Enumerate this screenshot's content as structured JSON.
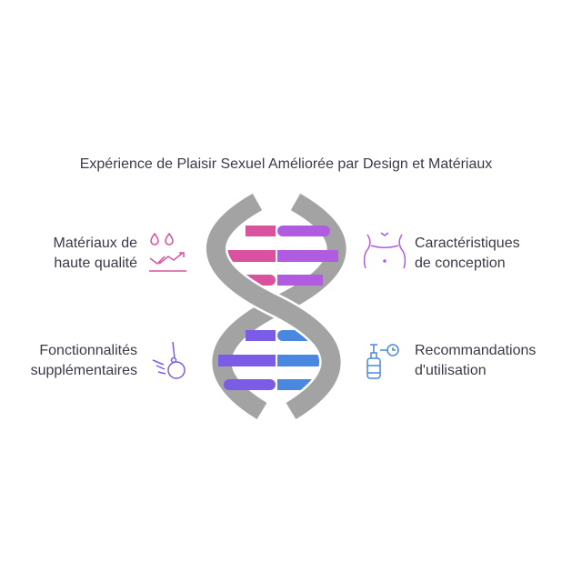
{
  "title": "Expérience de Plaisir Sexuel Améliorée par Design et Matériaux",
  "items": [
    {
      "line1": "Matériaux de",
      "line2": "haute qualité",
      "icon": "droplets-arrows-icon",
      "color": "#d9529e"
    },
    {
      "line1": "Caractéristiques",
      "line2": "de conception",
      "icon": "body-silhouette-icon",
      "color": "#b05ce0"
    },
    {
      "line1": "Fonctionnalités",
      "line2": "supplémentaires",
      "icon": "wrecking-ball-icon",
      "color": "#7b5ce6"
    },
    {
      "line1": "Recommandations",
      "line2": "d'utilisation",
      "icon": "bottle-timer-icon",
      "color": "#4a87e0"
    }
  ],
  "colors": {
    "strand": "#a3a3a3",
    "pink": "#d9529e",
    "purple": "#b05ce0",
    "violet": "#7b5ce6",
    "blue": "#4a87e0"
  }
}
